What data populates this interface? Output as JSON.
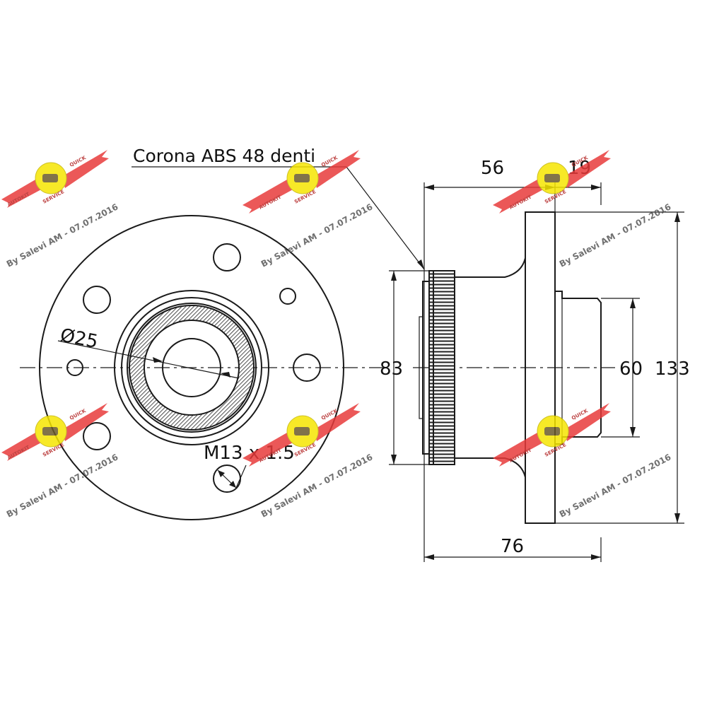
{
  "labels": {
    "abs_ring": "Corona ABS 48 denti",
    "bore_diameter": "Ø25",
    "thread": "M13 x 1.5"
  },
  "dimensions": {
    "width_to_flange": "56",
    "flange_thickness": "19",
    "abs_ring_diameter": "83",
    "spigot_diameter": "60",
    "flange_diameter": "133",
    "total_width": "76"
  },
  "watermark": {
    "text": "By Salevi AM - 07.07.2016",
    "logo_text_top": "AUTOKIT",
    "logo_text_bottom": "SERVICE",
    "logo_text_right": "QUICK",
    "wing_color": "#e83a3a",
    "badge_color": "#f6e600"
  }
}
